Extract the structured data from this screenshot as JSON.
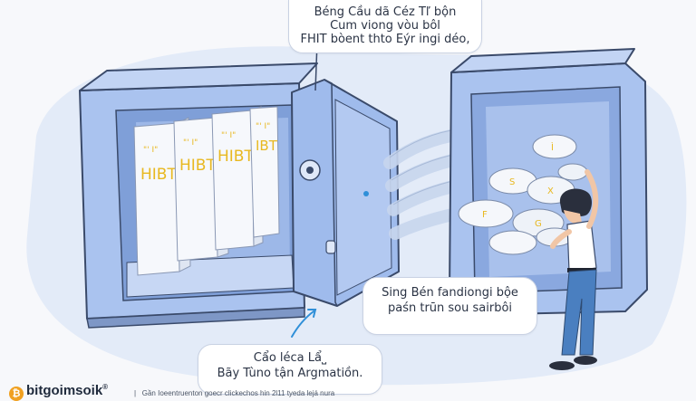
{
  "bubble_top": {
    "line1": "Béng Cầu dã Céz Tľ bộn",
    "line2": "Cum viong vòu bôl",
    "line3": "FHIT bòent thto Eýr ingi déo,"
  },
  "bubble_right": {
    "line1": "Sing Bén fandiongi bộe",
    "line2": "paśn trūn sou sairbôi"
  },
  "bubble_bottom": {
    "line1": "Cẩo léca Lẩ⎵",
    "line2": "Bãy Tùno tận Argmatiồn."
  },
  "binder_labels": [
    "HIBT",
    "HIBT",
    "HIBT",
    "IBT"
  ],
  "binder_tops": [
    "\"' I\"",
    "\"' I\"",
    "\"' I\"",
    "\"' I\""
  ],
  "coin_letters": [
    "Ì",
    "S",
    "X",
    "F",
    "G"
  ],
  "footer": {
    "brand": "bitgoimsoik",
    "brand_mark": "®",
    "disclaimer": "Gần Ioeentruenton goecr clickechos hin 2l11 tyeda lejá nura"
  },
  "colors": {
    "safe_body": "#aac3ef",
    "safe_inner": "#c9d8f5",
    "safe_outline": "#3a4a6a",
    "binder_label": "#e8b820",
    "accent": "#2f8fd8"
  }
}
